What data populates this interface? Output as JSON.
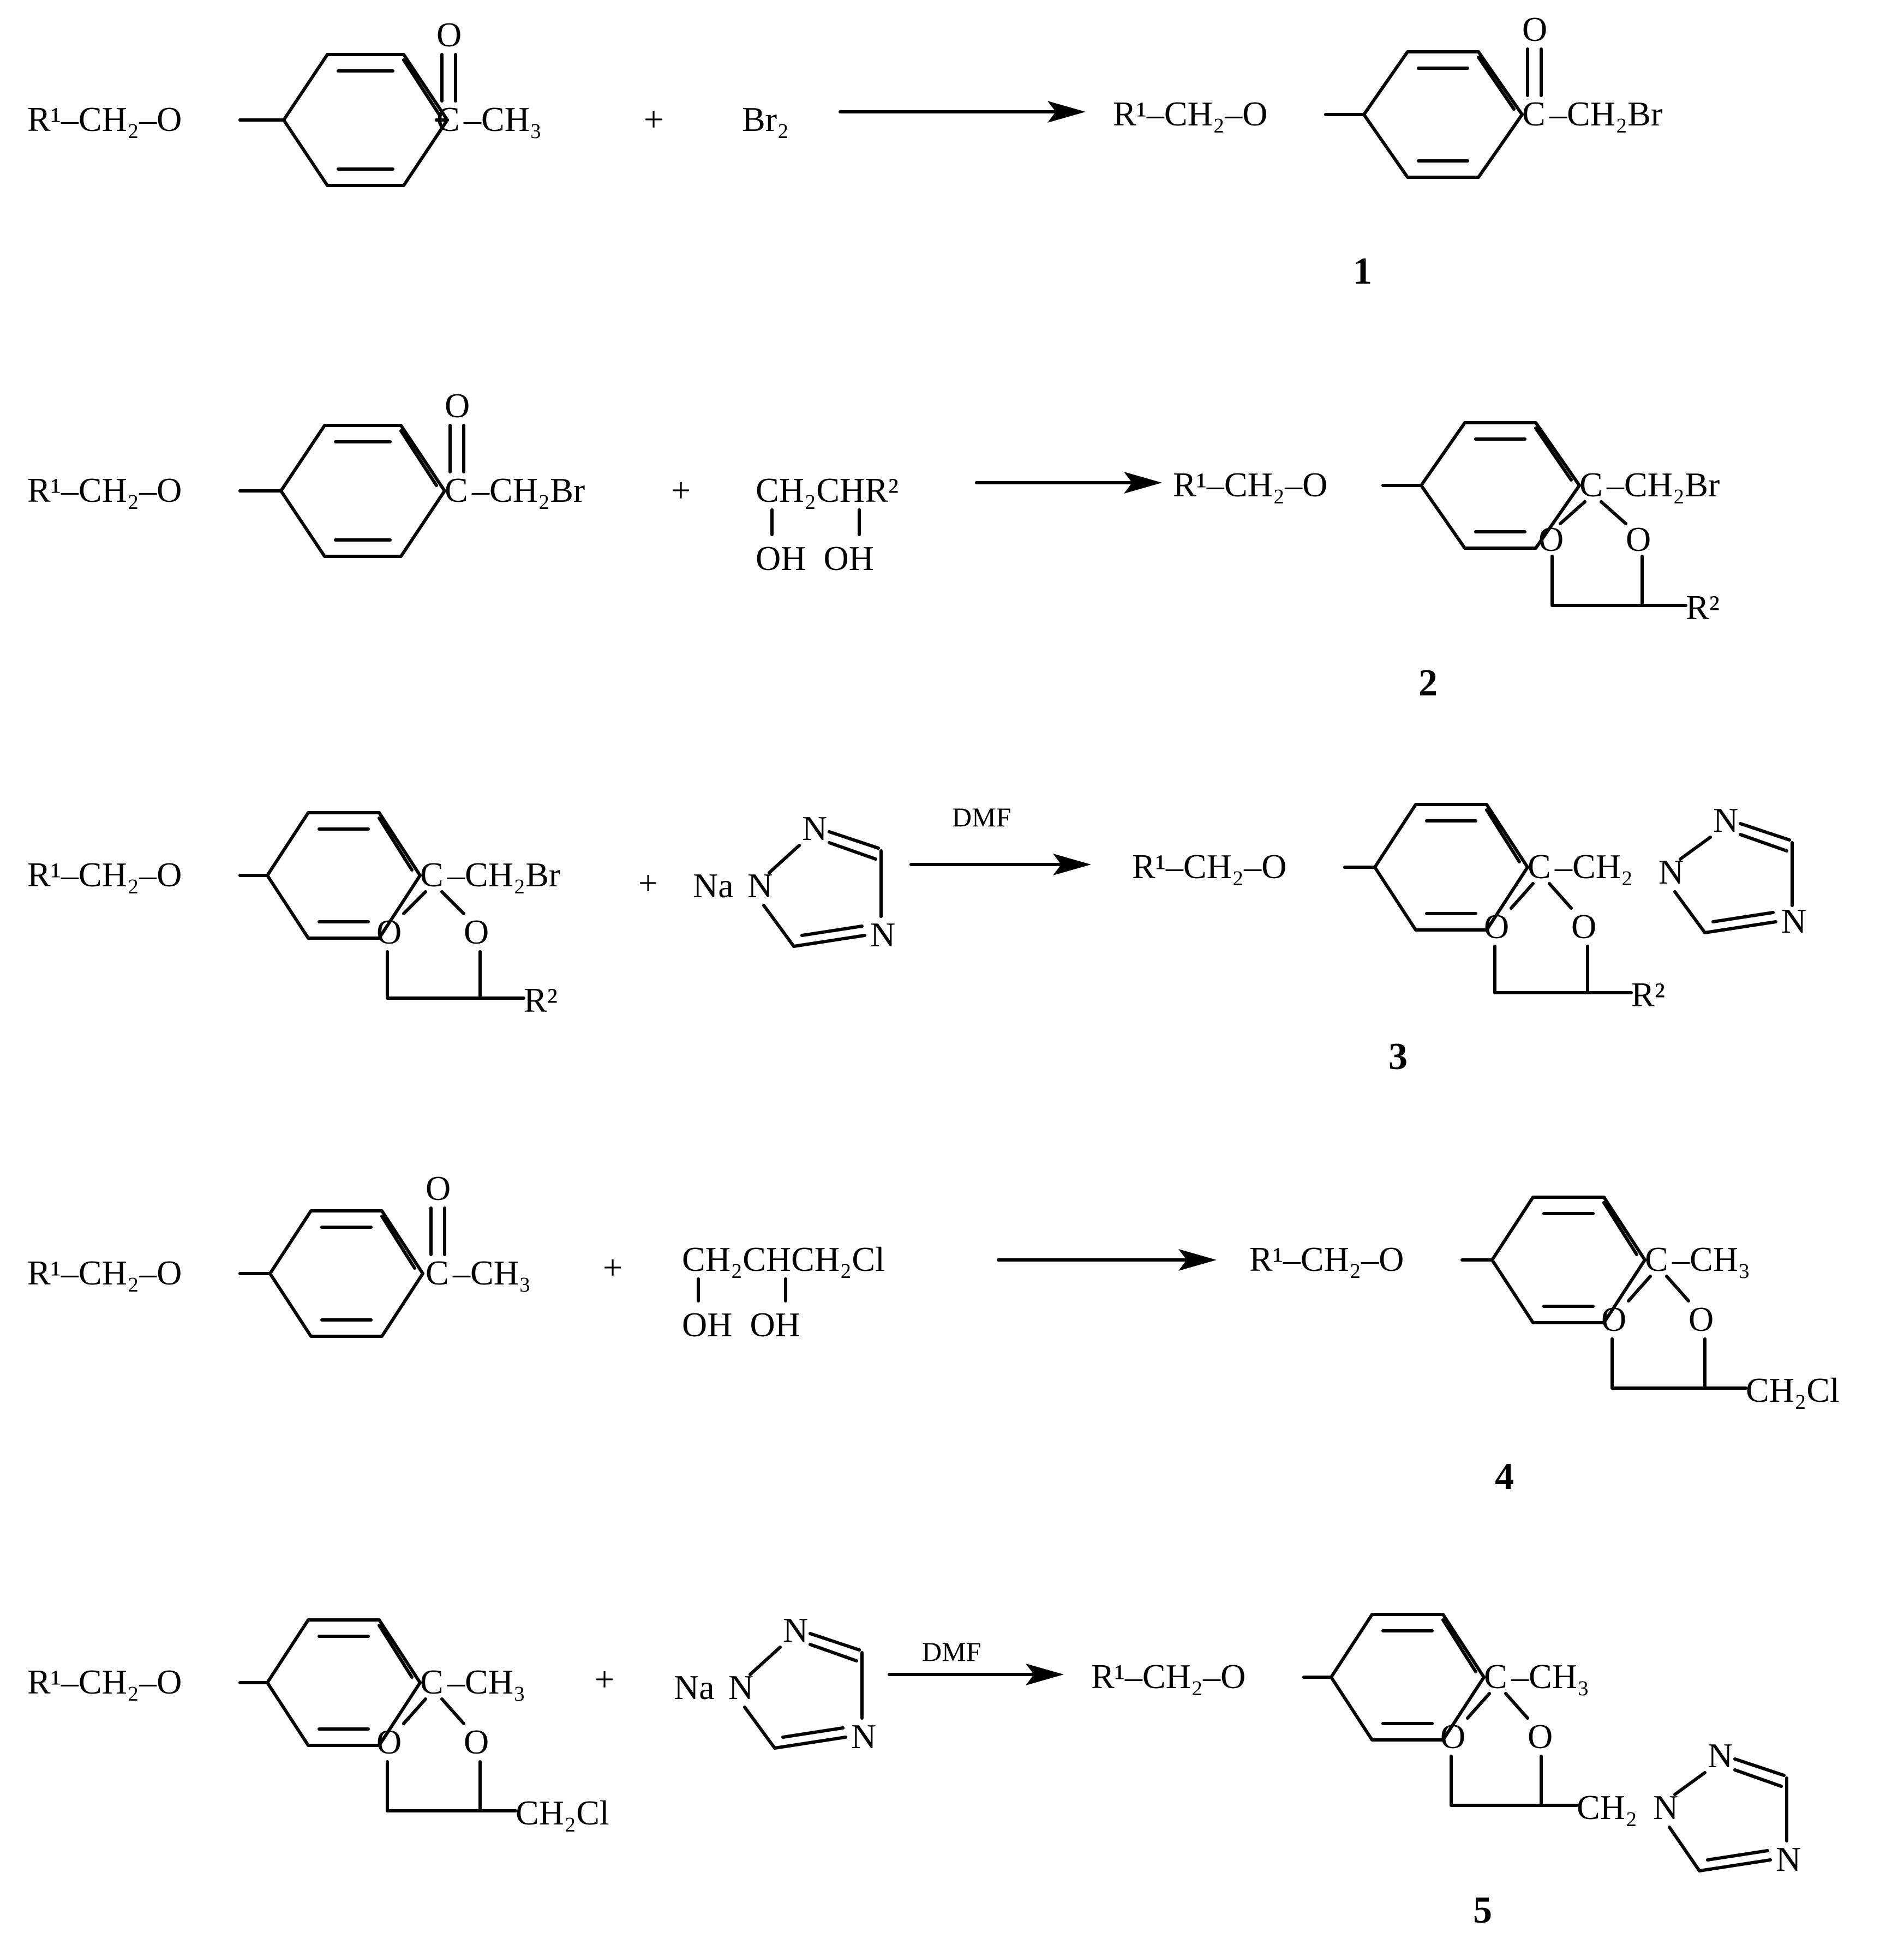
{
  "reactions": [
    {
      "id": "r1",
      "reactant_1": {
        "left_text": "R¹–CH₂–O",
        "carbonyl_o": "O",
        "carbonyl_c": "C",
        "right_text": "–CH₃"
      },
      "plus": "+",
      "reagent": "Br₂",
      "conditions": "",
      "product": {
        "left_text": "R¹–CH₂–O",
        "carbonyl_o": "O",
        "carbonyl_c": "C",
        "right_text": "–CH₂Br"
      },
      "product_label": "1"
    },
    {
      "id": "r2",
      "reactant_1": {
        "left_text": "R¹–CH₂–O",
        "carbonyl_o": "O",
        "carbonyl_c": "C",
        "right_text": "–CH₂Br"
      },
      "plus": "+",
      "reagent": {
        "top": "CH₂CHR²",
        "bottom": "OH  OH"
      },
      "conditions": "",
      "product": {
        "left_text": "R¹–CH₂–O",
        "center_c": "C",
        "right_text": "–CH₂Br",
        "ring_o_left": "O",
        "ring_o_right": "O",
        "ring_sub": "R²"
      },
      "product_label": "2"
    },
    {
      "id": "r3",
      "reactant_1": {
        "left_text": "R¹–CH₂–O",
        "center_c": "C",
        "right_text": "–CH₂Br",
        "ring_o_left": "O",
        "ring_o_right": "O",
        "ring_sub": "R²"
      },
      "plus": "+",
      "reagent": {
        "na": "Na",
        "n1": "N",
        "n2": "N",
        "n4": "N"
      },
      "conditions": "DMF",
      "product": {
        "left_text": "R¹–CH₂–O",
        "center_c": "C",
        "right_text": "–CH₂",
        "ring_o_left": "O",
        "ring_o_right": "O",
        "ring_sub": "R²",
        "n1": "N",
        "n2": "N",
        "n4": "N"
      },
      "product_label": "3"
    },
    {
      "id": "r4",
      "reactant_1": {
        "left_text": "R¹–CH₂–O",
        "carbonyl_o": "O",
        "carbonyl_c": "C",
        "right_text": "–CH₃"
      },
      "plus": "+",
      "reagent": {
        "top": "CH₂CHCH₂Cl",
        "bottom": "OH  OH"
      },
      "conditions": "",
      "product": {
        "left_text": "R¹–CH₂–O",
        "center_c": "C",
        "right_text": "–CH₃",
        "ring_o_left": "O",
        "ring_o_right": "O",
        "ring_sub": "CH₂Cl"
      },
      "product_label": "4"
    },
    {
      "id": "r5",
      "reactant_1": {
        "left_text": "R¹–CH₂–O",
        "center_c": "C",
        "right_text": "–CH₃",
        "ring_o_left": "O",
        "ring_o_right": "O",
        "ring_sub": "CH₂Cl"
      },
      "plus": "+",
      "reagent": {
        "na": "Na",
        "n1": "N",
        "n2": "N",
        "n4": "N"
      },
      "conditions": "DMF",
      "product": {
        "left_text": "R¹–CH₂–O",
        "center_c": "C",
        "right_text": "–CH₃",
        "ring_o_left": "O",
        "ring_o_right": "O",
        "ring_sub": "CH₂",
        "n1": "N",
        "n2": "N",
        "n4": "N"
      },
      "product_label": "5"
    }
  ]
}
